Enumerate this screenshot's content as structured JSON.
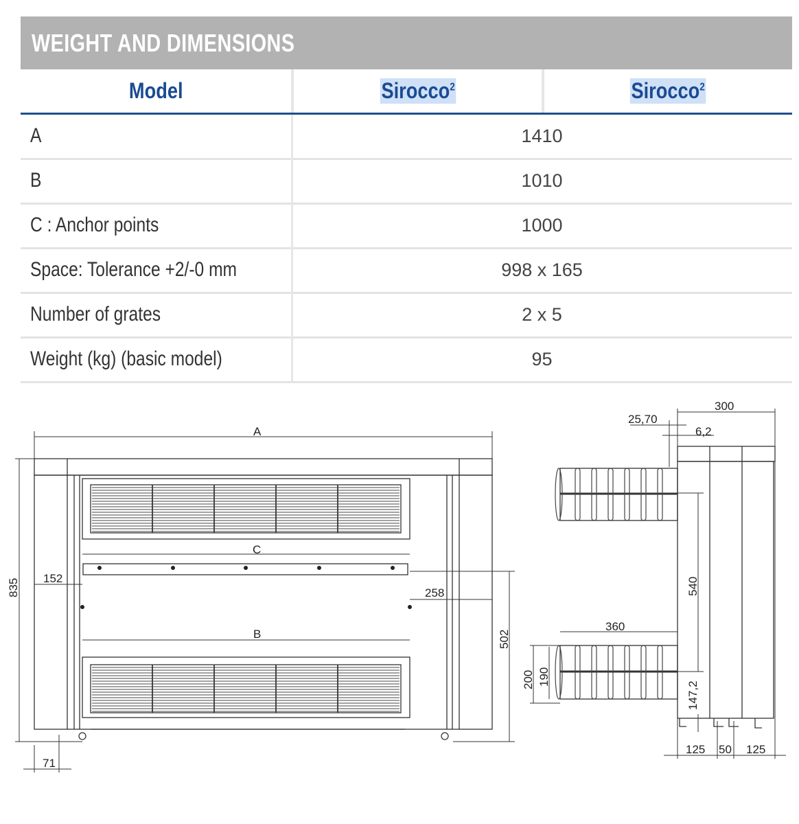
{
  "title": "WEIGHT AND DIMENSIONS",
  "table": {
    "headers": {
      "model": "Model",
      "col1": "Sirocco",
      "col1_sup": "2",
      "col2": "Sirocco",
      "col2_sup": "2"
    },
    "rows": [
      {
        "label": "A",
        "value": "1410"
      },
      {
        "label": "B",
        "value": "1010"
      },
      {
        "label": "C : Anchor points",
        "value": "1000"
      },
      {
        "label": "Space:  Tolerance +2/-0 mm",
        "value": "998 x 165"
      },
      {
        "label": "Number of grates",
        "value": "2 x 5"
      },
      {
        "label": "Weight (kg) (basic model)",
        "value": "95"
      }
    ]
  },
  "drawing": {
    "front": {
      "A": "A",
      "B": "B",
      "C": "C",
      "d835": "835",
      "d152": "152",
      "d258": "258",
      "d502": "502",
      "d71": "71"
    },
    "side": {
      "d300": "300",
      "d2570": "25,70",
      "d62": "6,2",
      "d540": "540",
      "d360": "360",
      "d200": "200",
      "d190": "190",
      "d1472": "147,2",
      "d125a": "125",
      "d50": "50",
      "d125b": "125"
    }
  }
}
